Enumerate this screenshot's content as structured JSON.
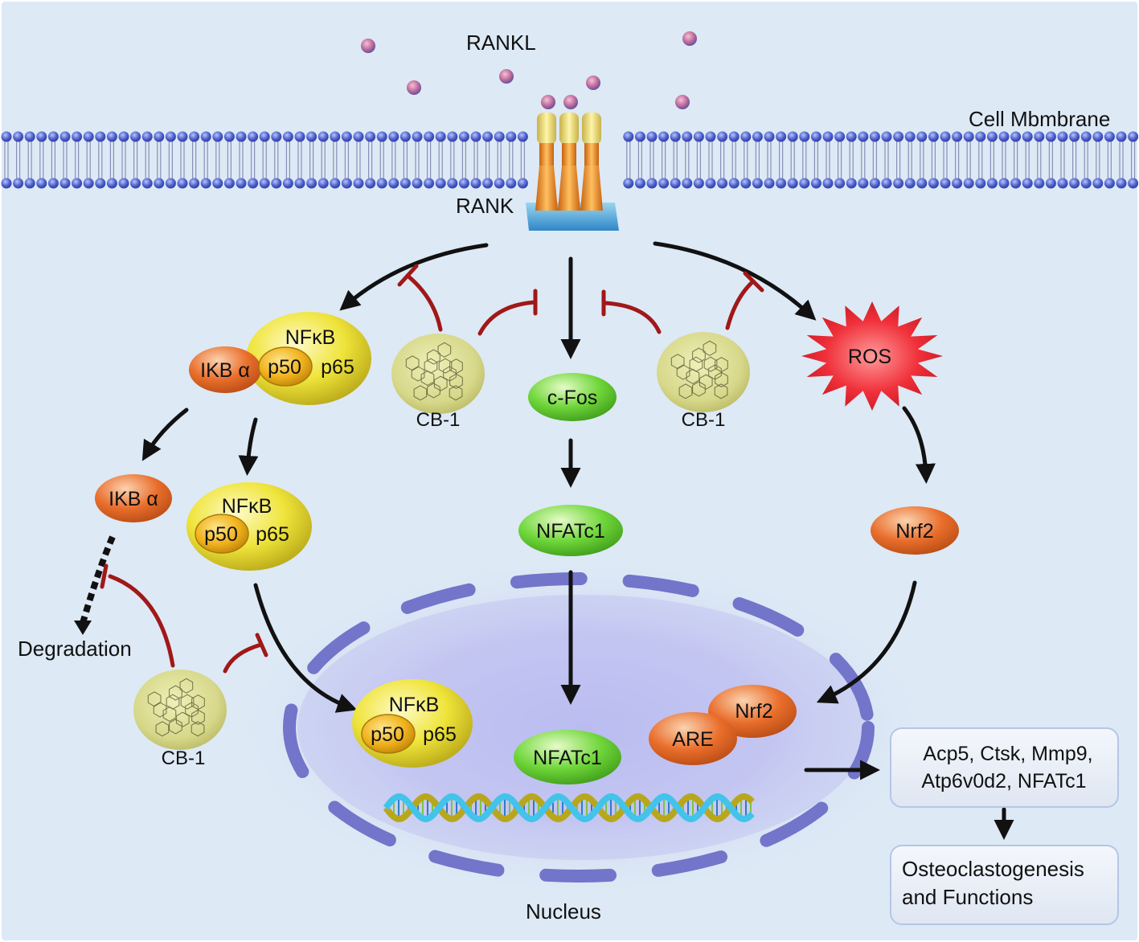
{
  "labels": {
    "rankl": "RANKL",
    "membrane": "Cell Mbmbrane",
    "rank": "RANK",
    "degradation": "Degradation",
    "nucleus": "Nucleus"
  },
  "nodes": {
    "nfkb_top": {
      "name": "NFκB",
      "p50": "p50",
      "p65": "p65"
    },
    "ikba_top": "IKB α",
    "cb1_left": "CB-1",
    "cfos": "c-Fos",
    "cb1_right": "CB-1",
    "ros": "ROS",
    "ikba_mid": "IKB α",
    "nfkb_mid": {
      "name": "NFκB",
      "p50": "p50",
      "p65": "p65"
    },
    "nfatc1_mid": "NFATc1",
    "nrf2_mid": "Nrf2",
    "cb1_bottom": "CB-1",
    "nfkb_nuc": {
      "name": "NFκB",
      "p50": "p50",
      "p65": "p65"
    },
    "nfatc1_nuc": "NFATc1",
    "nrf2_nuc": "Nrf2",
    "are": "ARE"
  },
  "output_boxes": {
    "genes_line1": "Acp5, Ctsk, Mmp9,",
    "genes_line2": "Atp6v0d2, NFATc1",
    "func_line1": "Osteoclastogenesis",
    "func_line2": "and Functions"
  },
  "colors": {
    "background": "#dde9f5",
    "membrane_head": "#4a5ec8",
    "activation_arrow": "#111111",
    "inhibition": "#a01818",
    "yellow_node": "#efe43a",
    "orange_node": "#e96e2c",
    "green_node": "#6fd63a",
    "ros": "#f0303a",
    "nucleus": "#b6b8ee",
    "nuclear_envelope": "#7275c9"
  }
}
